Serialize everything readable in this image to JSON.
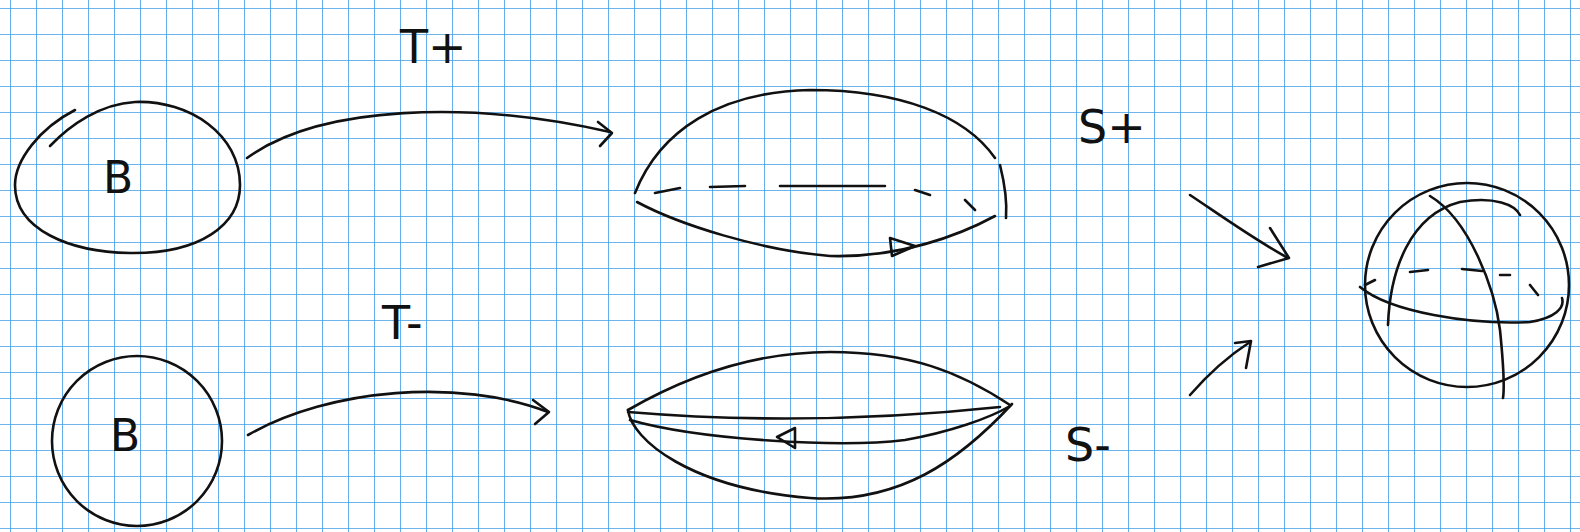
{
  "diagram": {
    "nodes": [
      {
        "text": [
          "B"
        ]
      },
      {
        "text": [
          "B"
        ]
      }
    ],
    "labels": [
      "T+",
      "S+",
      "T-",
      "S-"
    ]
  }
}
